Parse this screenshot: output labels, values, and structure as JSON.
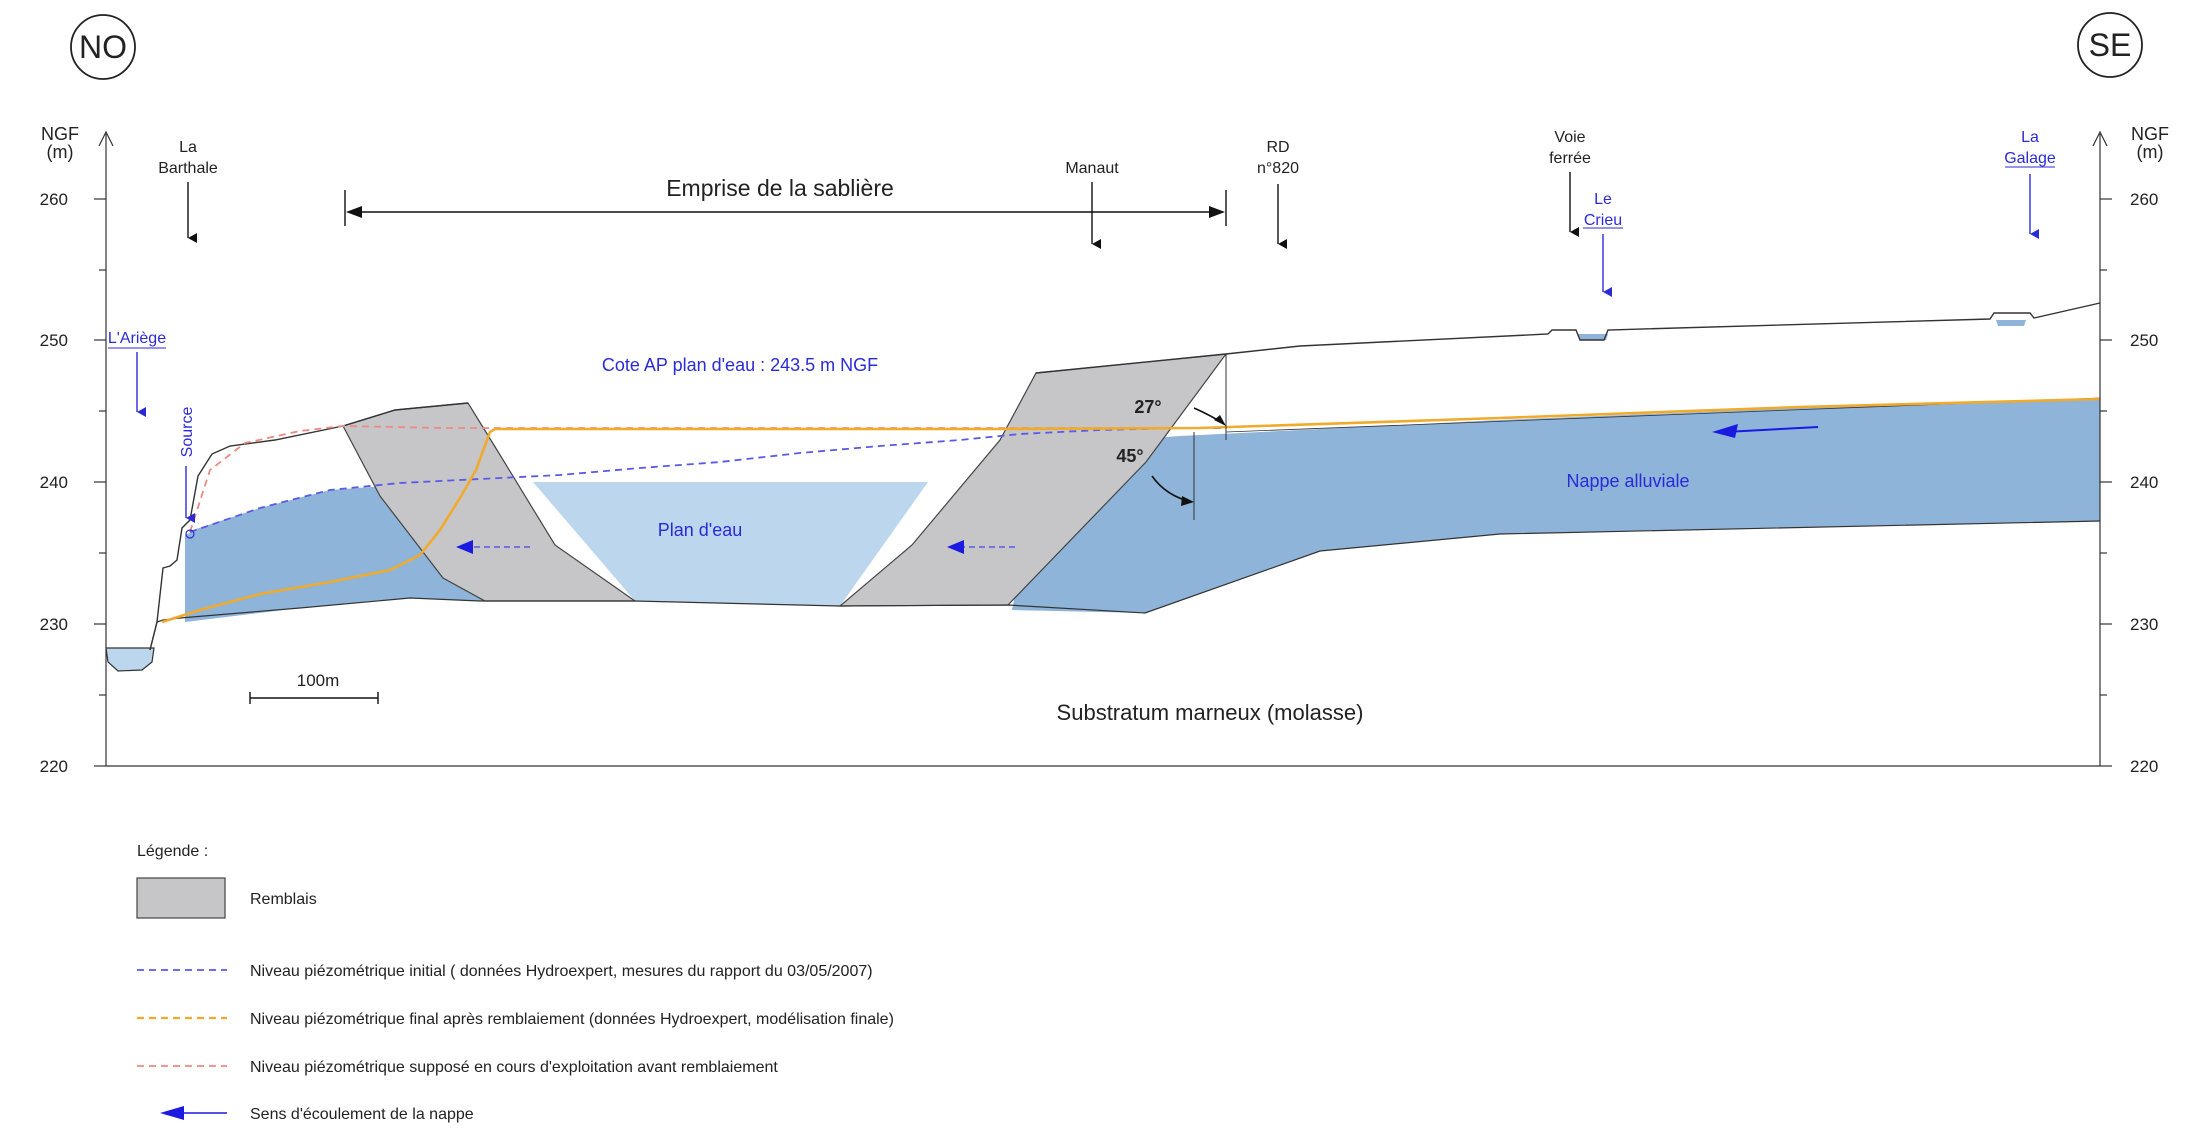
{
  "orientation": {
    "left": "NO",
    "right": "SE"
  },
  "axes": {
    "left_title_line1": "NGF",
    "left_title_line2": "(m)",
    "right_title_line1": "NGF",
    "right_title_line2": "(m)",
    "ticks": [
      "260",
      "250",
      "240",
      "230",
      "220"
    ]
  },
  "places": {
    "barthale_line1": "La",
    "barthale_line2": "Barthale",
    "manaut": "Manaut",
    "rd_line1": "RD",
    "rd_line2": "n°820",
    "voie_line1": "Voie",
    "voie_line2": "ferrée",
    "galage_line1": "La",
    "galage_line2": "Galage",
    "crieu_line1": "Le",
    "crieu_line2": "Crieu",
    "ariege": "L'Ariège",
    "source": "Source"
  },
  "labels": {
    "emprise": "Emprise de la sablière",
    "cote": "Cote AP plan d'eau : 243.5 m NGF",
    "angle_27": "27°",
    "angle_45": "45°",
    "plan_eau": "Plan d'eau",
    "nappe": "Nappe alluviale",
    "substratum": "Substratum marneux (molasse)",
    "scale": "100m"
  },
  "legend": {
    "title": "Légende :",
    "remblais": "Remblais",
    "initial": "Niveau piézométrique initial ( données Hydroexpert, mesures du rapport du 03/05/2007)",
    "final": "Niveau piézométrique final après remblaiement (données Hydroexpert, modélisation finale)",
    "suppose": "Niveau piézométrique supposé en cours d'exploitation avant remblaiement",
    "sens": "Sens d'écoulement de la nappe"
  },
  "colors": {
    "remblais": "#c6c6c9",
    "plan_eau": "#bcd6ee",
    "nappe": "#8fb4da",
    "initial_line": "#5a5ae6",
    "final_line": "#f0aa2c",
    "suppose_line": "#ec8a82",
    "flow_arrow": "#1a1ae0"
  }
}
